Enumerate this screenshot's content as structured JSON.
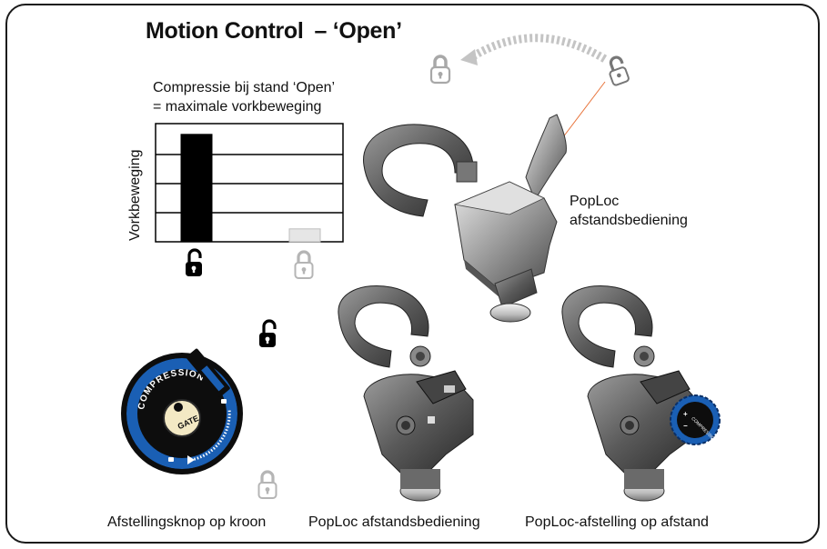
{
  "title": {
    "main": "Motion Control",
    "sub": "– ‘Open’"
  },
  "chart": {
    "caption_line1": "Compressie bij stand ‘Open’",
    "caption_line2": "= maximale vorkbeweging",
    "ylabel": "Vorkbeweging"
  },
  "chart_data": {
    "type": "bar",
    "categories": [
      "unlocked",
      "locked"
    ],
    "series": [
      {
        "values": [
          100,
          12
        ]
      }
    ],
    "ylim": [
      0,
      110
    ],
    "title": "Compressie bij stand ‘Open’ = maximale vorkbeweging",
    "ylabel": "Vorkbeweging",
    "xlabel": "",
    "grid": true,
    "category_icons": [
      "open-lock-icon",
      "closed-lock-icon"
    ],
    "bar_colors": [
      "#000000",
      "#e6e6e6"
    ]
  },
  "dial": {
    "ring_text": "COMPRESSION",
    "center_text": "GATE"
  },
  "remote_dial": {
    "ring_text": "COMPRESSION"
  },
  "labels": {
    "poploc_top_line1": "PopLoc",
    "poploc_top_line2": "afstandsbediening",
    "bottom_left": "Afstellingsknop op kroon",
    "bottom_middle": "PopLoc afstandsbediening",
    "bottom_right": "PopLoc-afstelling op afstand"
  },
  "colors": {
    "accent_blue": "#1a5fb4",
    "dial_black": "#0d0d0d",
    "lock_grey": "#b5b5b5",
    "laser_orange": "#e8743b"
  }
}
